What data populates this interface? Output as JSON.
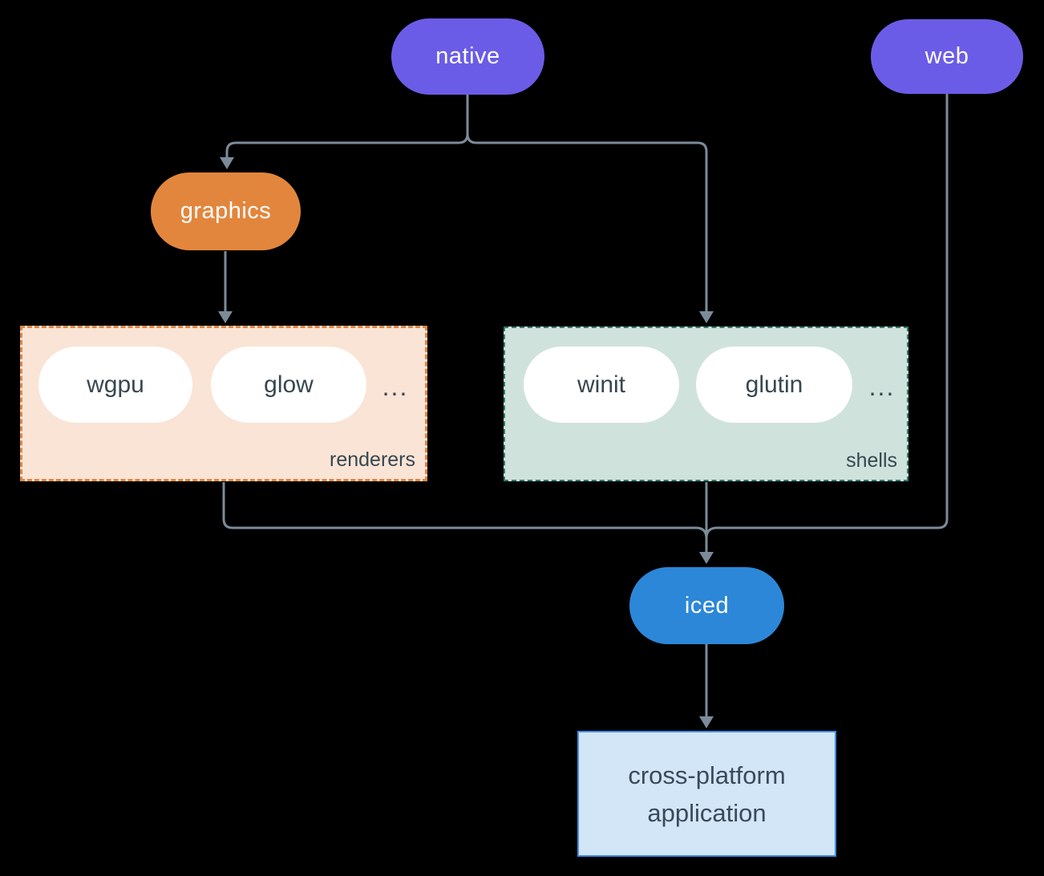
{
  "canvas": {
    "background": "#000000"
  },
  "nodes": {
    "native": "native",
    "web": "web",
    "graphics": "graphics",
    "iced": "iced"
  },
  "groups": {
    "renderers": {
      "label": "renderers",
      "items": [
        "wgpu",
        "glow"
      ],
      "more": "..."
    },
    "shells": {
      "label": "shells",
      "items": [
        "winit",
        "glutin"
      ],
      "more": "..."
    }
  },
  "app_box": {
    "line1": "cross-platform",
    "line2": "application"
  },
  "colors": {
    "platform_pill": "#6B5CE7",
    "graphics_pill": "#E2863D",
    "iced_pill": "#2C87D8",
    "pill_text": "#FFFFFF",
    "item_pill_bg": "#FFFFFF",
    "item_text": "#37474F",
    "renderers_fill": "#FAE4D6",
    "renderers_border": "#DD8746",
    "shells_fill": "#D0E2DC",
    "shells_border": "#2F7A6B",
    "app_fill": "#D3E6F8",
    "app_border": "#3F8FDE",
    "connector": "#7C8B99"
  }
}
